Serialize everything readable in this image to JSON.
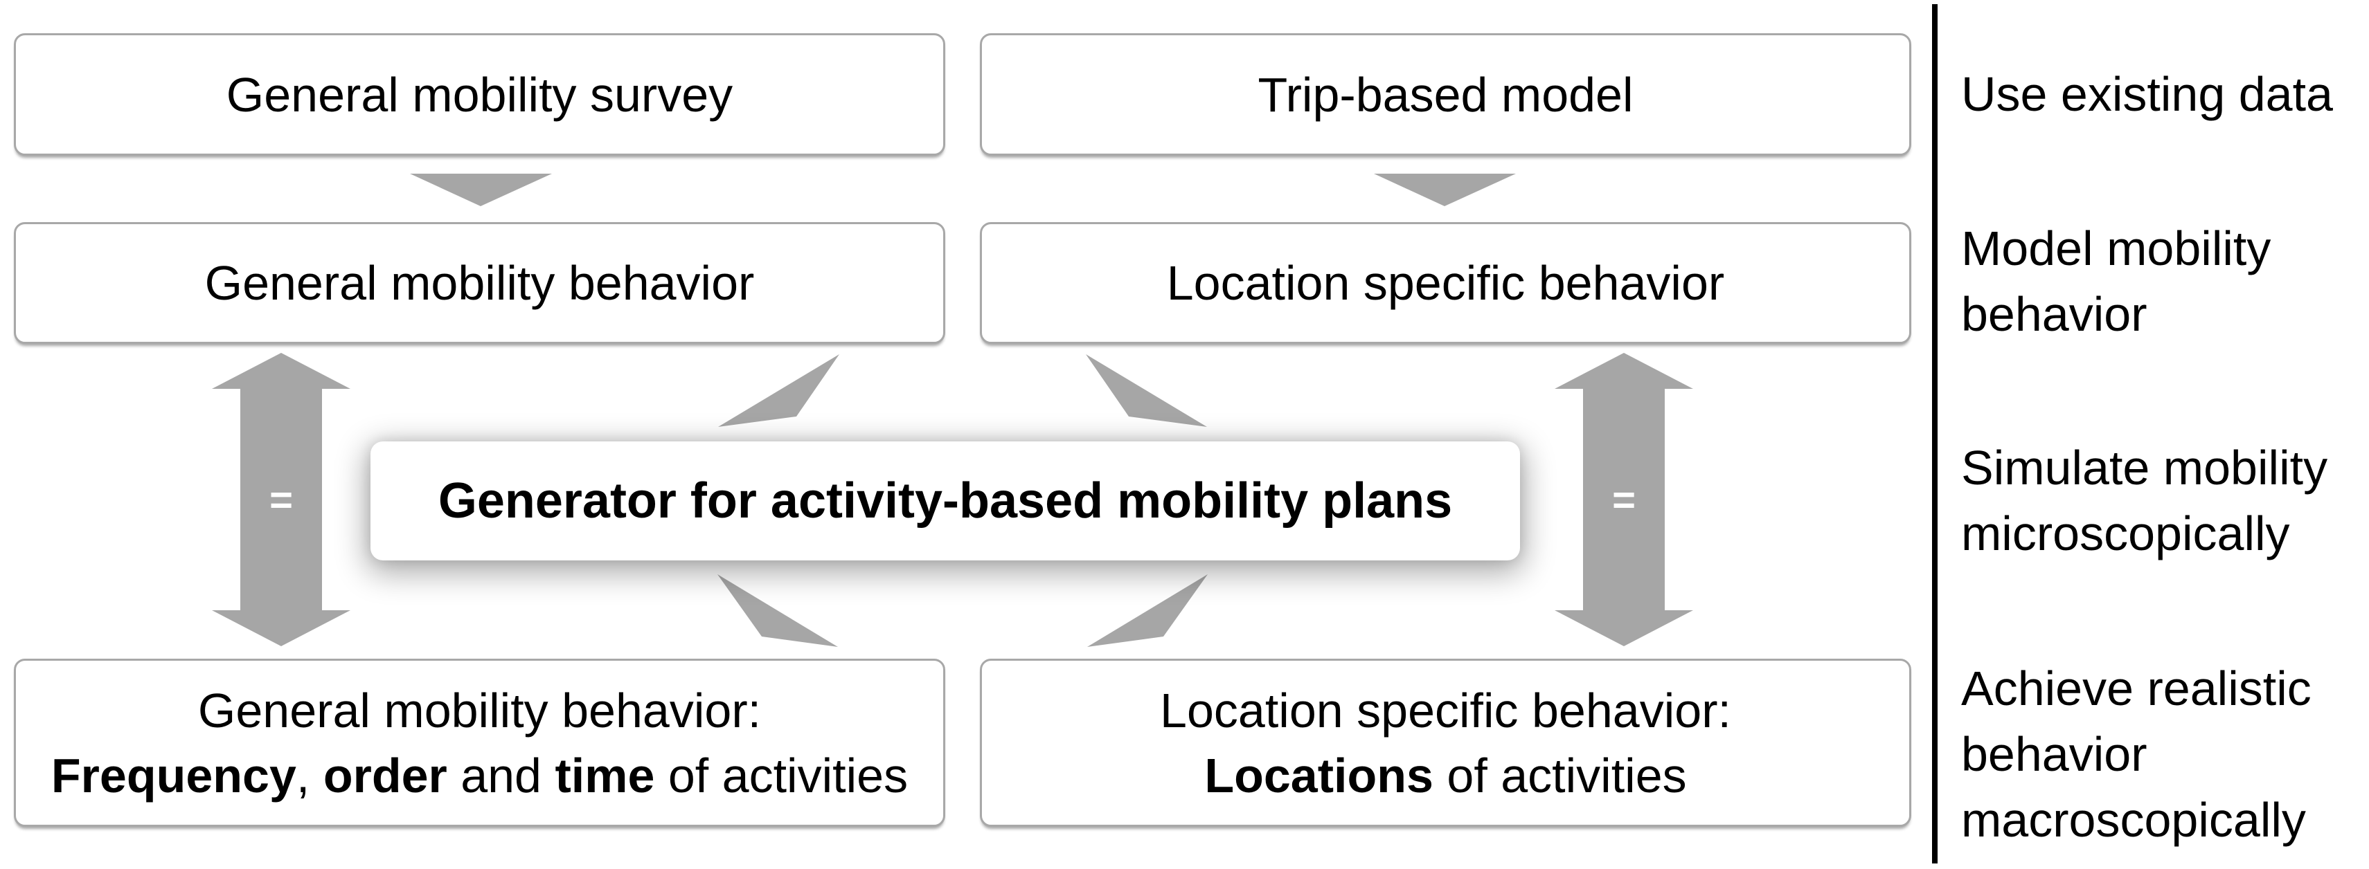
{
  "figure": {
    "colors": {
      "background": "#ffffff",
      "shape_gray": "#a6a6a6",
      "box_border": "#a8a8a8",
      "text": "#000000",
      "divider": "#000000",
      "equals_text": "#ffffff"
    },
    "boxes": {
      "survey": {
        "label": "General mobility survey"
      },
      "trip_model": {
        "label": "Trip-based model"
      },
      "general_behavior": {
        "label": "General mobility behavior"
      },
      "location_behavior": {
        "label": "Location specific behavior"
      },
      "generator": {
        "label": "Generator for activity-based mobility plans"
      },
      "general_behavior_detail": {
        "line1": "General mobility behavior:",
        "line2": [
          {
            "text": "Frequency",
            "bold": true
          },
          {
            "text": ", ",
            "bold": false
          },
          {
            "text": "order",
            "bold": true
          },
          {
            "text": " and ",
            "bold": false
          },
          {
            "text": "time",
            "bold": true
          },
          {
            "text": " of activities",
            "bold": false
          }
        ]
      },
      "location_behavior_detail": {
        "line1": "Location specific behavior:",
        "line2": [
          {
            "text": "Locations",
            "bold": true
          },
          {
            "text": " of activities",
            "bold": false
          }
        ]
      }
    },
    "equals": "=",
    "side_labels": [
      {
        "lines": [
          "Use existing data"
        ]
      },
      {
        "lines": [
          "Model mobility",
          "behavior"
        ]
      },
      {
        "lines": [
          "Simulate mobility",
          "microscopically"
        ]
      },
      {
        "lines": [
          "Achieve realistic",
          "behavior",
          "macroscopically"
        ]
      }
    ]
  }
}
